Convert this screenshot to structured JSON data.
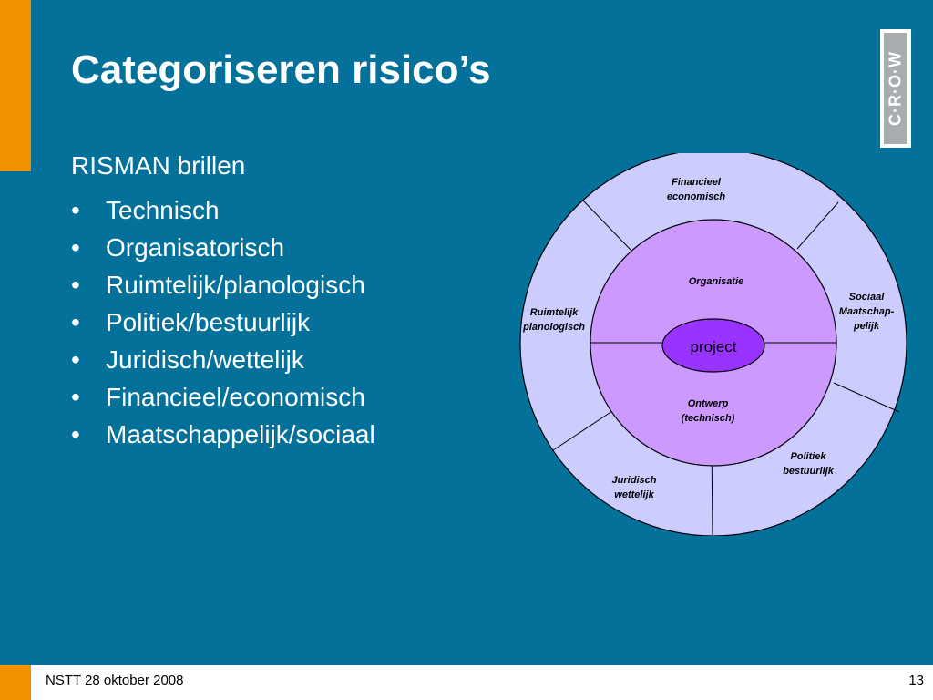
{
  "slide": {
    "title": "Categoriseren risico’s",
    "intro": "RISMAN brillen",
    "bullet_glyph": "•",
    "bullets": [
      "Technisch",
      "Organisatorisch",
      "Ruimtelijk/planologisch",
      "Politiek/bestuurlijk",
      "Juridisch/wettelijk",
      "Financieel/economisch",
      "Maatschappelijk/sociaal"
    ]
  },
  "logo": {
    "text": "C·R·O·W"
  },
  "diagram": {
    "center": "project",
    "inner": {
      "top": "Organisatie",
      "bottom": [
        "Ontwerp",
        "(technisch)"
      ]
    },
    "outer": {
      "top": [
        "Financieel",
        "economisch"
      ],
      "right": [
        "Sociaal",
        "Maatschap-",
        "pelijk"
      ],
      "bottom_right": [
        "Politiek",
        "bestuurlijk"
      ],
      "bottom_left": [
        "Juridisch",
        "wettelijk"
      ],
      "left": [
        "Ruimtelijk",
        "planologisch"
      ]
    },
    "colors": {
      "outer_ring": "#ccccff",
      "inner_circle": "#cc99ff",
      "center": "#9933ff"
    }
  },
  "footer": {
    "left": "NSTT 28 oktober 2008",
    "page": "13"
  }
}
